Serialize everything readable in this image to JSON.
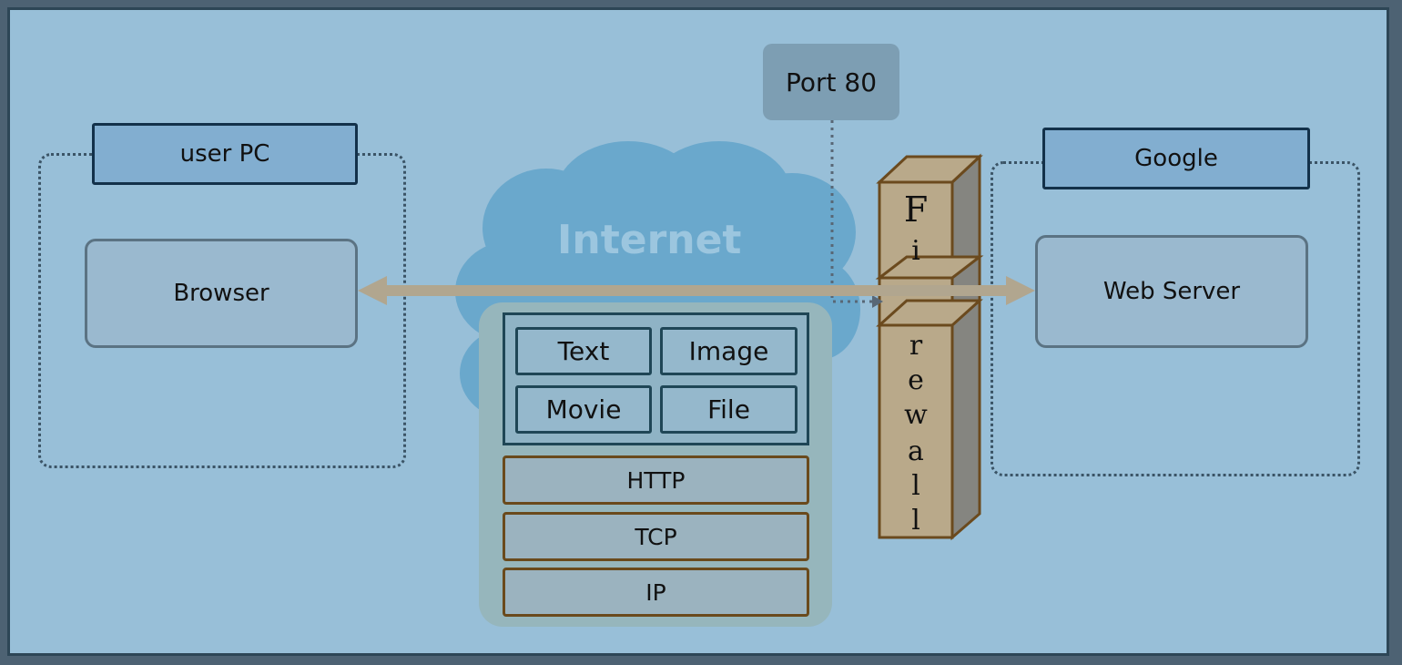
{
  "user_pc": {
    "title": "user PC",
    "browser_label": "Browser"
  },
  "google": {
    "title": "Google",
    "server_label": "Web Server"
  },
  "internet": {
    "label": "Internet"
  },
  "port": {
    "label": "Port 80"
  },
  "content_types": [
    "Text",
    "Image",
    "Movie",
    "File"
  ],
  "protocol_layers": [
    "HTTP",
    "TCP",
    "IP"
  ],
  "firewall": {
    "letters": [
      "F",
      "i",
      "r",
      "e",
      "w",
      "a",
      "l",
      "l"
    ]
  },
  "colors": {
    "background": "#98bfd8",
    "arrow": "#b1a68f",
    "firewall_face": "#b9a98a",
    "firewall_border": "#6b4a1e",
    "cloud": "#6aa8cc"
  }
}
